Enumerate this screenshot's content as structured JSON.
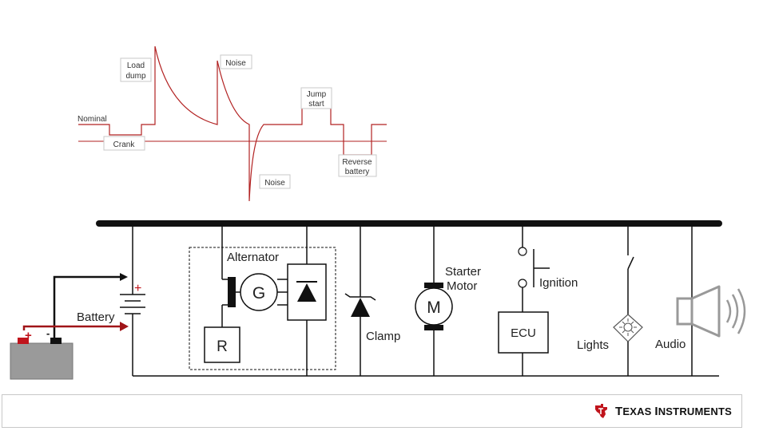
{
  "waveform": {
    "labels": {
      "nominal": "Nominal",
      "crank": "Crank",
      "load_dump_line1": "Load",
      "load_dump_line2": "dump",
      "noise_top": "Noise",
      "noise_bottom": "Noise",
      "jump_start_line1": "Jump",
      "jump_start_line2": "start",
      "reverse_battery_line1": "Reverse",
      "reverse_battery_line2": "battery"
    },
    "color": "#b22222"
  },
  "circuit": {
    "battery_label": "Battery",
    "plus_sign": "+",
    "minus_sign": "-",
    "alternator_label": "Alternator",
    "generator_letter": "G",
    "regulator_letter": "R",
    "clamp_label": "Clamp",
    "starter_label_line1": "Starter",
    "starter_label_line2": "Motor",
    "motor_letter": "M",
    "ignition_label": "Ignition",
    "ecu_label": "ECU",
    "lights_label": "Lights",
    "audio_label": "Audio"
  },
  "footer": {
    "brand_big_t": "T",
    "brand_rest1": "EXAS ",
    "brand_big_i": "I",
    "brand_rest2": "NSTRUMENTS"
  },
  "colors": {
    "accent_red": "#c0141c",
    "wire": "#111111",
    "battery_gray": "#9a9a9a"
  }
}
